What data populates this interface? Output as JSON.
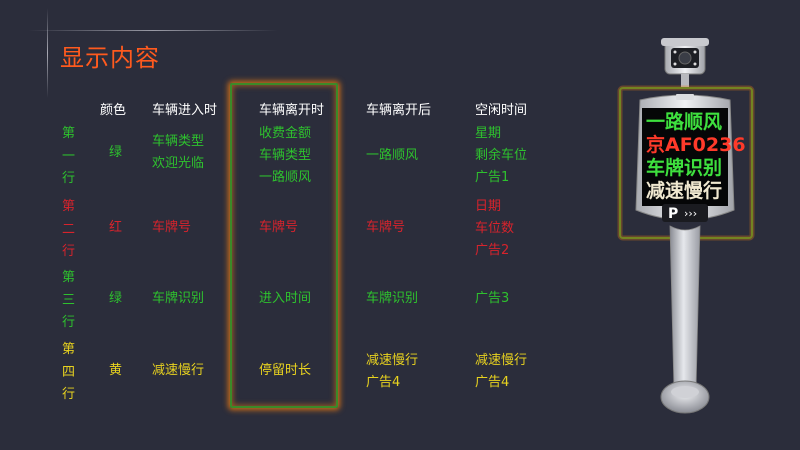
{
  "title": "显示内容",
  "headers": {
    "color": "颜色",
    "enter": "车辆进入时",
    "leave": "车辆离开时",
    "after": "车辆离开后",
    "idle": "空闲时间"
  },
  "rows": [
    {
      "label": [
        "第",
        "一",
        "行"
      ],
      "color_name": "绿",
      "enter": [
        "车辆类型",
        "欢迎光临"
      ],
      "leave": [
        "收费金额",
        "车辆类型",
        "一路顺风"
      ],
      "after": [
        "一路顺风"
      ],
      "idle": [
        "星期",
        "剩余车位",
        "广告1"
      ]
    },
    {
      "label": [
        "第",
        "二",
        "行"
      ],
      "color_name": "红",
      "enter": [
        "车牌号"
      ],
      "leave": [
        "车牌号"
      ],
      "after": [
        "车牌号"
      ],
      "idle": [
        "日期",
        "车位数",
        "广告2"
      ]
    },
    {
      "label": [
        "第",
        "三",
        "行"
      ],
      "color_name": "绿",
      "enter": [
        "车牌识别"
      ],
      "leave": [
        "进入时间"
      ],
      "after": [
        "车牌识别"
      ],
      "idle": [
        "广告3"
      ]
    },
    {
      "label": [
        "第",
        "四",
        "行"
      ],
      "color_name": "黄",
      "enter": [
        "减速慢行"
      ],
      "leave": [
        "停留时长"
      ],
      "after": [
        "减速慢行",
        "广告4"
      ],
      "idle": [
        "减速慢行",
        "广告4"
      ]
    }
  ],
  "row_colors": [
    "#2ec12e",
    "#d7232c",
    "#2ec12e",
    "#e8d21f"
  ],
  "device": {
    "led_lines": [
      "一路顺风",
      "京AF0236",
      "车牌识别",
      "减速慢行"
    ],
    "led_colors": [
      "#3ee03e",
      "#ff3a2a",
      "#3ee03e",
      "#f0e8d0"
    ],
    "parking_sign": "P",
    "arrow": "›››"
  }
}
